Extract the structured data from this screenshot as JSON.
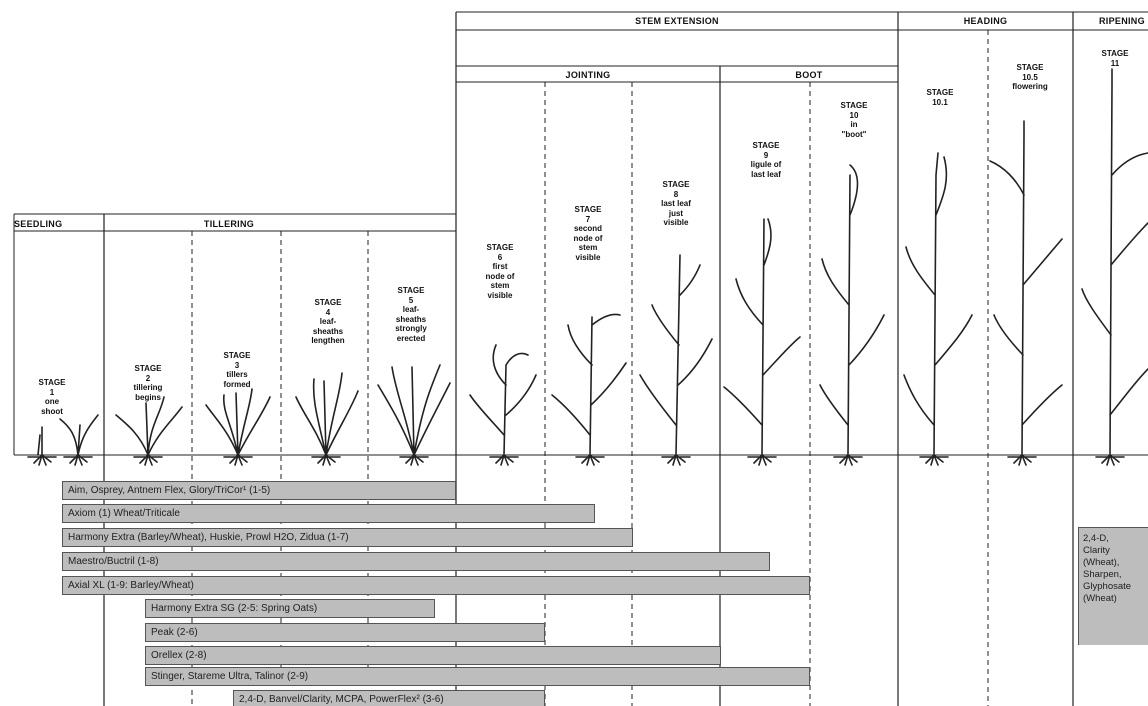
{
  "phases": {
    "seedling": "SEEDLING",
    "tillering": "TILLERING",
    "stem_extension": "STEM EXTENSION",
    "jointing": "JOINTING",
    "boot": "BOOT",
    "heading": "HEADING",
    "ripening": "RIPENING"
  },
  "stages": [
    {
      "id": "1",
      "label": "STAGE\n1\none\nshoot"
    },
    {
      "id": "2",
      "label": "STAGE\n2\ntillering\nbegins"
    },
    {
      "id": "3",
      "label": "STAGE\n3\ntillers\nformed"
    },
    {
      "id": "4",
      "label": "STAGE\n4\nleaf-\nsheaths\nlengthen"
    },
    {
      "id": "5",
      "label": "STAGE\n5\nleaf-\nsheaths\nstrongly\nerected"
    },
    {
      "id": "6",
      "label": "STAGE\n6\nfirst\nnode of\nstem\nvisible"
    },
    {
      "id": "7",
      "label": "STAGE\n7\nsecond\nnode of\nstem\nvisible"
    },
    {
      "id": "8",
      "label": "STAGE\n8\nlast leaf\njust\nvisible"
    },
    {
      "id": "9",
      "label": "STAGE\n9\nligule of\nlast leaf"
    },
    {
      "id": "10",
      "label": "STAGE\n10\nin\n\"boot\""
    },
    {
      "id": "10.1",
      "label": "STAGE\n10.1"
    },
    {
      "id": "10.5",
      "label": "STAGE\n10.5\nflowering"
    },
    {
      "id": "11",
      "label": "STAGE\n11"
    }
  ],
  "herbicides": [
    "Aim, Osprey, Antnem Flex, Glory/TriCor¹ (1-5)",
    "Axiom (1) Wheat/Triticale",
    "Harmony Extra (Barley/Wheat), Huskie, Prowl H2O, Zidua (1-7)",
    "Maestro/Buctril (1-8)",
    "Axial XL (1-9: Barley/Wheat)",
    "Harmony Extra SG (2-5: Spring Oats)",
    "Peak (2-6)",
    "Orellex (2-8)",
    "Stinger, Stareme Ultra, Talinor (2-9)",
    "2,4-D, Banvel/Clarity, MCPA, PowerFlex² (3-6)"
  ],
  "ripening_note": "2,4-D,\nClarity\n(Wheat),\nSharpen,\nGlyphosate\n(Wheat)",
  "colors": {
    "bar_fill": "#bdbdbd",
    "line": "#222222"
  }
}
